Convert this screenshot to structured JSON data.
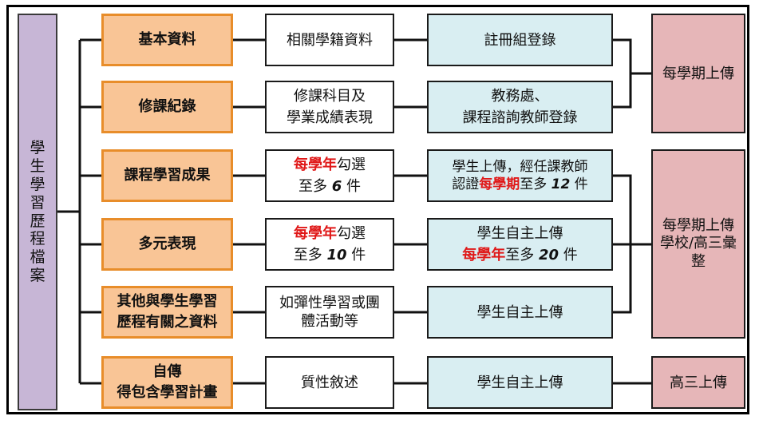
{
  "root": {
    "chars": [
      "學",
      "生",
      "學",
      "習",
      "歷",
      "程",
      "檔",
      "案"
    ]
  },
  "categories": [
    {
      "lines": [
        "基本資料"
      ]
    },
    {
      "lines": [
        "修課紀錄"
      ]
    },
    {
      "lines": [
        "課程學習成果"
      ]
    },
    {
      "lines": [
        "多元表現"
      ]
    },
    {
      "lines": [
        "其他與學生學習",
        "歷程有關之資料"
      ]
    },
    {
      "lines": [
        "自傳",
        "得包含學習計畫"
      ]
    }
  ],
  "items": [
    {
      "lines": [
        "相關學籍資料"
      ]
    },
    {
      "lines": [
        "修課科目及",
        "學業成績表現"
      ]
    },
    {
      "l1_red": "每學年",
      "l1_rest": "勾選",
      "l2_pre": "至多",
      "l2_num": "6",
      "l2_post": "件"
    },
    {
      "l1_red": "每學年",
      "l1_rest": "勾選",
      "l2_pre": "至多",
      "l2_num": "10",
      "l2_post": "件"
    },
    {
      "lines": [
        "如彈性學習或團",
        "體活動等"
      ]
    },
    {
      "lines": [
        "質性敘述"
      ]
    }
  ],
  "procs": [
    {
      "lines": [
        "註冊組登錄"
      ]
    },
    {
      "lines": [
        "教務處、",
        "課程諮詢教師登錄"
      ]
    },
    {
      "l1": "學生上傳，經任課教師",
      "l2_pre": "認證",
      "l2_red": "每學期",
      "l2_mid": "至多",
      "l2_num": "12",
      "l2_post": "件"
    },
    {
      "l1": "學生自主上傳",
      "l2_red": "每學年",
      "l2_mid": "至多",
      "l2_num": "20",
      "l2_post": "件"
    },
    {
      "lines": [
        "學生自主上傳"
      ]
    },
    {
      "lines": [
        "學生自主上傳"
      ]
    }
  ],
  "freqs": [
    {
      "lines": [
        "每學期上傳"
      ]
    },
    {
      "lines": [
        "每學期上傳",
        "學校/高三彙",
        "整"
      ]
    },
    {
      "lines": [
        "高三上傳"
      ]
    }
  ],
  "colors": {
    "root_fill": "#c7b6d6",
    "category_fill": "#f9c596",
    "category_border": "#e88d2a",
    "process_fill": "#d9eef2",
    "frequency_fill": "#e6b6b8",
    "highlight": "#e01818"
  }
}
